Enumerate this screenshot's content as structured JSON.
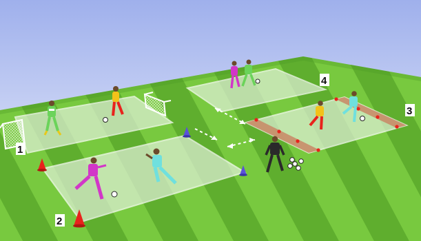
{
  "zone_labels": [
    {
      "id": "zone-1",
      "text": "1"
    },
    {
      "id": "zone-2",
      "text": "2"
    },
    {
      "id": "zone-3",
      "text": "3"
    },
    {
      "id": "zone-4",
      "text": "4"
    }
  ],
  "colors": {
    "sky_top": "#a9b7ee",
    "sky_bottom": "#f3f5fd",
    "grass_light": "#7fcf45",
    "grass_dark": "#55a82a",
    "zone_fill": "#d8ead0",
    "zone_line": "#ffffff",
    "sand_strip": "#c9896a",
    "cone_red": "#e8231c",
    "cone_blue": "#5a52d9",
    "team_green": "#6bd35a",
    "team_yellow": "#f2c21a",
    "team_magenta": "#d236c8",
    "team_cyan": "#6fe0de",
    "goalkeeper": "#2a2a2a"
  },
  "icons": [
    "soccer-ball-icon",
    "cone-icon",
    "goal-icon",
    "player-icon",
    "arrow-icon"
  ]
}
